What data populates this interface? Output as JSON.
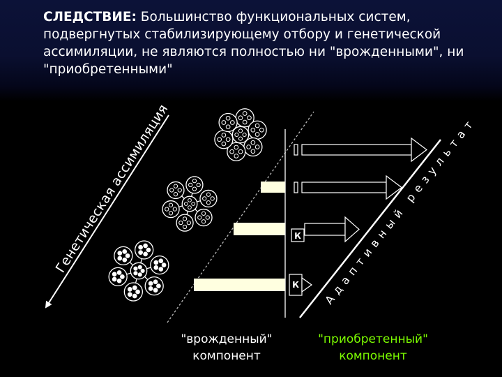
{
  "title": {
    "bold": "СЛЕДСТВИЕ:",
    "rest": " Большинство функциональных систем, подвергнутых стабилизирующему отбору и генетической ассимиляции, не являются полностью ни \"врожденными\", ни \"приобретенными\""
  },
  "diagram": {
    "genetic_assimilation_label": "Генетическая ассимиляция",
    "adaptive_result_label": "Адаптивный результат",
    "k_label_upper": "К",
    "k_label_lower": "К"
  },
  "labels": {
    "innate_quote": "\"врожденный\"",
    "innate_component": "компонент",
    "acquired_quote": "\"приобретенный\"",
    "acquired_component": "компонент"
  },
  "colors": {
    "background": "#000000",
    "header_gradient": "#0c1238",
    "text": "#ffffff",
    "acquired_text": "#7cfc00"
  }
}
